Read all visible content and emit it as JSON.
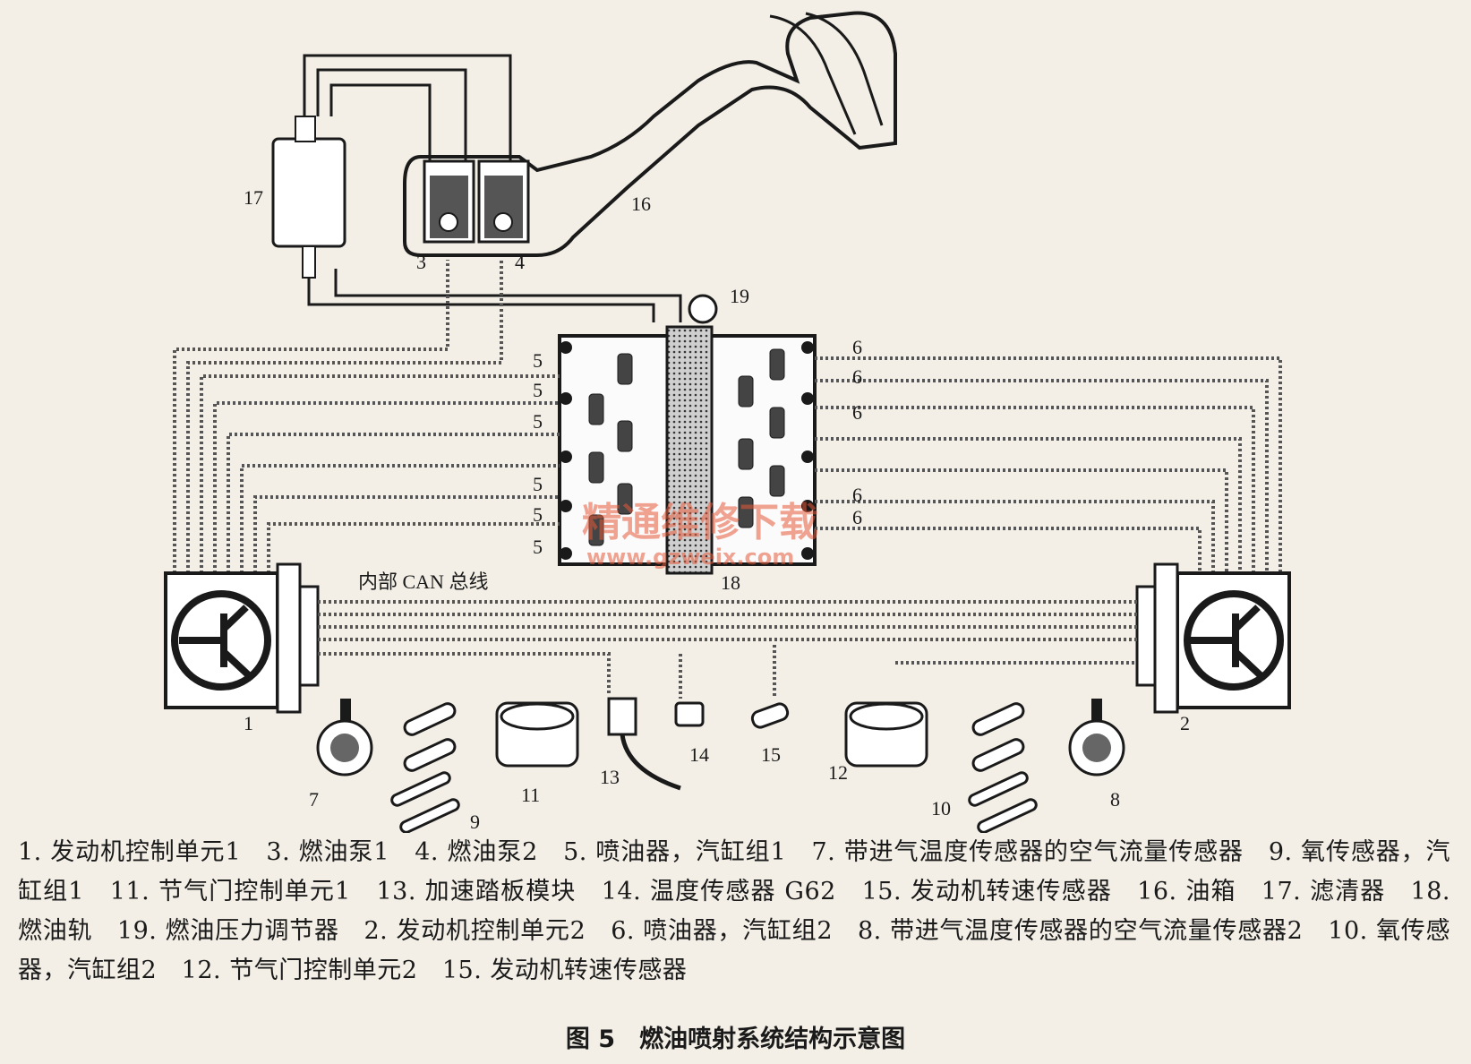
{
  "diagram": {
    "labels": {
      "l1": "1",
      "l2": "2",
      "l3": "3",
      "l4": "4",
      "l5": "5",
      "l6": "6",
      "l7": "7",
      "l8": "8",
      "l9": "9",
      "l10": "10",
      "l11": "11",
      "l12": "12",
      "l13": "13",
      "l14": "14",
      "l15": "15",
      "l16": "16",
      "l17": "17",
      "l18": "18",
      "l19": "19"
    },
    "can_bus_label": "内部 CAN 总线"
  },
  "watermark": {
    "text": "精通维修下载",
    "url": "www.gzweix.com",
    "color": "#e85a3a"
  },
  "legend": {
    "text": "1. 发动机控制单元1　3. 燃油泵1　4. 燃油泵2　5. 喷油器，汽缸组1　7. 带进气温度传感器的空气流量传感器　9. 氧传感器，汽缸组1　11. 节气门控制单元1　13. 加速踏板模块　14. 温度传感器 G62　15. 发动机转速传感器　16. 油箱　17. 滤清器　18. 燃油轨　19. 燃油压力调节器　2. 发动机控制单元2　6. 喷油器，汽缸组2　8. 带进气温度传感器的空气流量传感器2　10. 氧传感器，汽缸组2　12. 节气门控制单元2　15. 发动机转速传感器"
  },
  "caption": "图 5　燃油喷射系统结构示意图"
}
